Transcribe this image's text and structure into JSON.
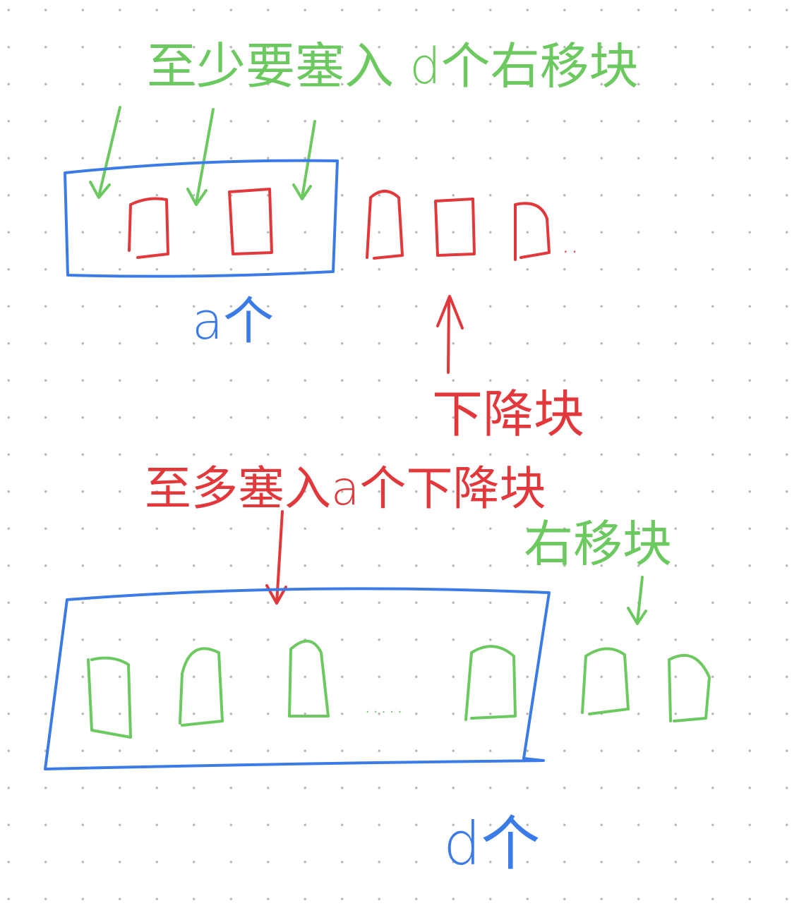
{
  "colors": {
    "green": "#6cc95f",
    "red": "#e2383b",
    "blue": "#3b7be8"
  },
  "top": {
    "label_green": "至少要塞入 d个右移块",
    "label_blue": "a个",
    "label_red": "下降块",
    "ellipsis": ".."
  },
  "bottom": {
    "label_red": "至多塞入a个下降块",
    "label_green": "右移块",
    "label_blue": "d个",
    "ellipsis": "....."
  }
}
